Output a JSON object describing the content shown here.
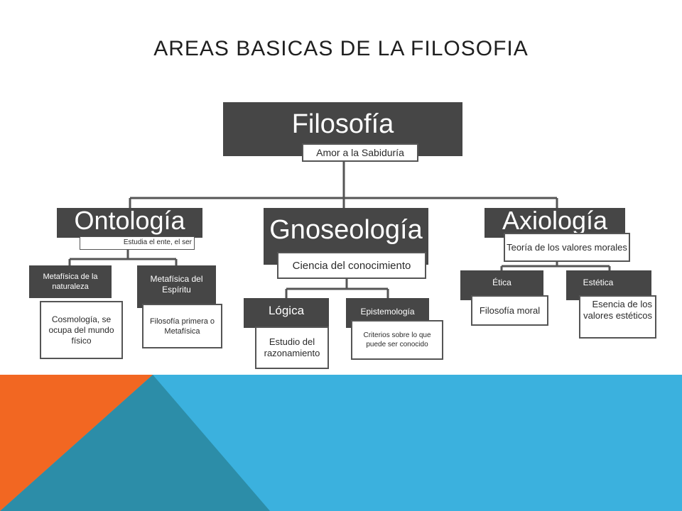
{
  "title": "AREAS BASICAS DE LA FILOSOFIA",
  "colors": {
    "dark_box": "#464646",
    "blue": "#3BB1DE",
    "teal": "#2C8DA8",
    "orange": "#F26722"
  },
  "root": {
    "title": "Filosofía",
    "label": "Amor a la Sabiduría"
  },
  "ontologia": {
    "title": "Ontología",
    "label": "Estudia el ente, el ser",
    "children": [
      {
        "title": "Metafísica de la naturaleza",
        "label": "Cosmología, se ocupa del mundo físico"
      },
      {
        "title": "Metafísica del Espíritu",
        "label": "Filosofía primera o Metafísica"
      }
    ]
  },
  "gnoseologia": {
    "title": "Gnoseología",
    "label": "Ciencia del conocimiento",
    "children": [
      {
        "title": "Lógica",
        "label": "Estudio del razonamiento"
      },
      {
        "title": "Epistemología",
        "label": "Criterios sobre lo que puede ser conocido"
      }
    ]
  },
  "axiologia": {
    "title": "Axiología",
    "label": "Teoría de los valores morales",
    "children": [
      {
        "title": "Ética",
        "label": "Filosofía moral"
      },
      {
        "title": "Estética",
        "label": "Esencia de los valores estéticos"
      }
    ]
  }
}
